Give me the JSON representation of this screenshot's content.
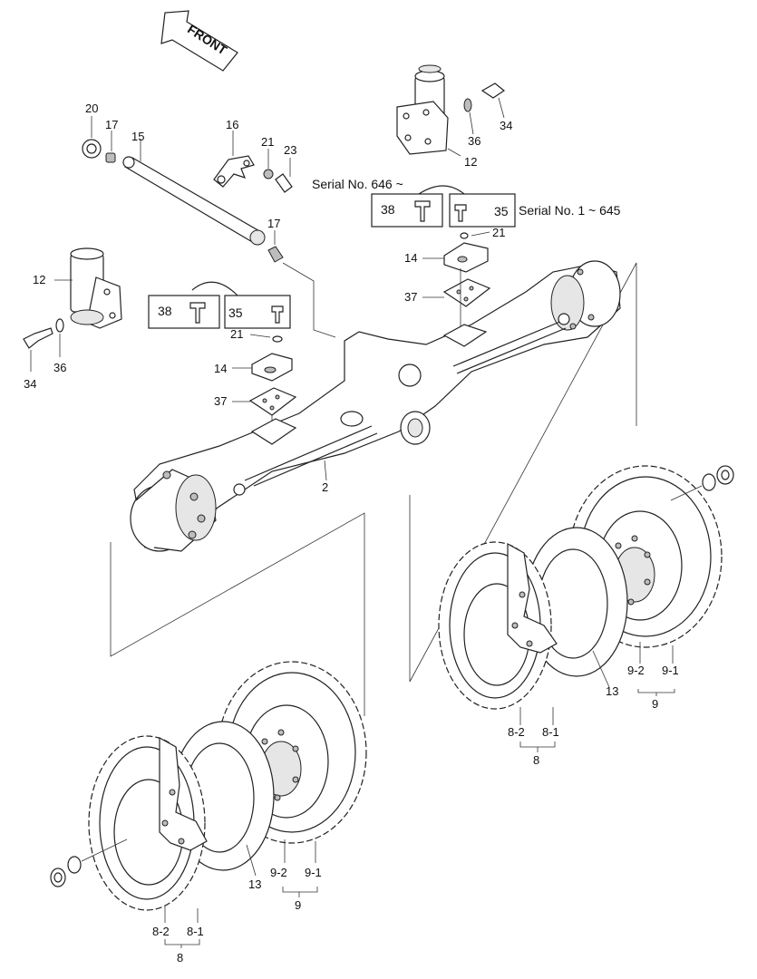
{
  "front_arrow": {
    "label": "FRONT"
  },
  "serial_notes": {
    "upper_left": "Serial No. 646 ~",
    "upper_right": "Serial No. 1 ~ 645"
  },
  "callouts": {
    "c20": "20",
    "c17a": "17",
    "c15": "15",
    "c16": "16",
    "c21a": "21",
    "c23": "23",
    "c17b": "17",
    "c12a": "12",
    "c34a": "34",
    "c36a": "36",
    "c12b": "12",
    "c36b": "36",
    "c34b": "34",
    "c38a": "38",
    "c35a": "35",
    "c21b": "21",
    "c14a": "14",
    "c37a": "37",
    "c38b": "38",
    "c35b": "35",
    "c21c": "21",
    "c14b": "14",
    "c37b": "37",
    "c2": "2",
    "c13a": "13",
    "c92a": "9-2",
    "c91a": "9-1",
    "c9a": "9",
    "c82a": "8-2",
    "c81a": "8-1",
    "c8a": "8",
    "c13b": "13",
    "c92b": "9-2",
    "c91b": "9-1",
    "c9b": "9",
    "c82b": "8-2",
    "c81b": "8-1",
    "c8b": "8"
  }
}
